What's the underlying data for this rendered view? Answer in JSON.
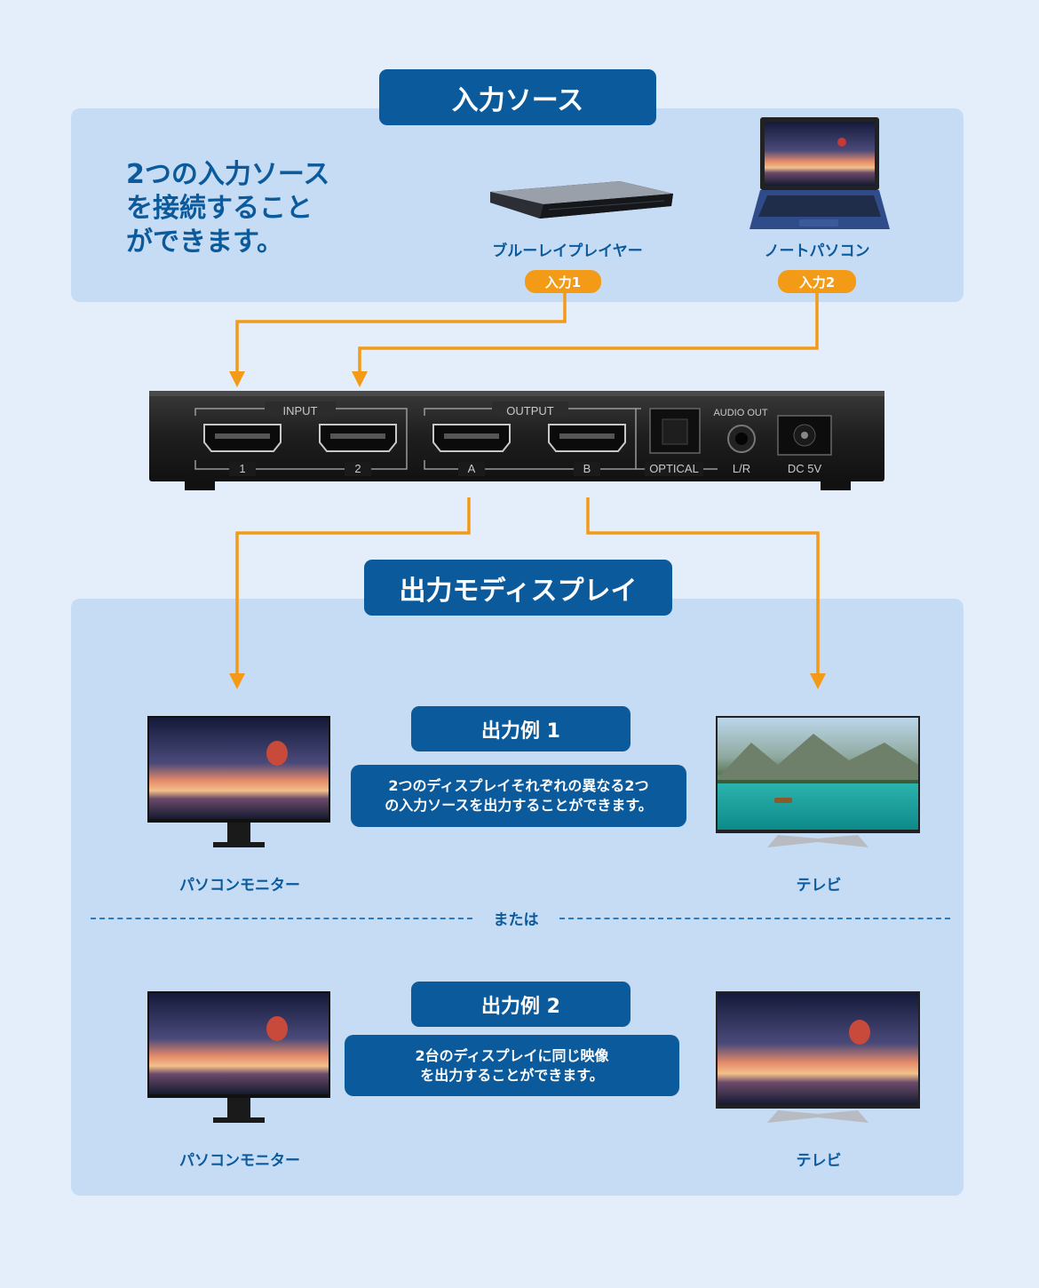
{
  "input_section": {
    "title": "入力ソース",
    "headline_lines": [
      "2つの入力ソース",
      "を接続すること",
      "ができます。"
    ],
    "devices": [
      {
        "label": "ブルーレイプレイヤー",
        "tag": "入力1"
      },
      {
        "label": "ノートパソコン",
        "tag": "入力2"
      }
    ]
  },
  "switch_panel": {
    "input_group": "INPUT",
    "input_ports": [
      "1",
      "2"
    ],
    "output_group": "OUTPUT",
    "output_ports": [
      "A",
      "B"
    ],
    "optical": "OPTICAL",
    "audio_out": "AUDIO OUT",
    "lr": "L/R",
    "dc": "DC 5V"
  },
  "output_section": {
    "title": "出力モディスプレイ",
    "example1": {
      "title": "出力例 1",
      "desc_lines": [
        "2つのディスプレイそれぞれの異なる2つ",
        "の入力ソースを出力することができます。"
      ],
      "left_label": "パソコンモニター",
      "right_label": "テレビ"
    },
    "separator": "または",
    "example2": {
      "title": "出力例 2",
      "desc_lines": [
        "2台のディスプレイに同じ映像",
        "を出力することができます。"
      ],
      "left_label": "パソコンモニター",
      "right_label": "テレビ"
    }
  },
  "colors": {
    "accent": "#0a5a9c",
    "arrow": "#f39a16",
    "panel": "#c6dbf4",
    "background": "#e4eefa"
  }
}
